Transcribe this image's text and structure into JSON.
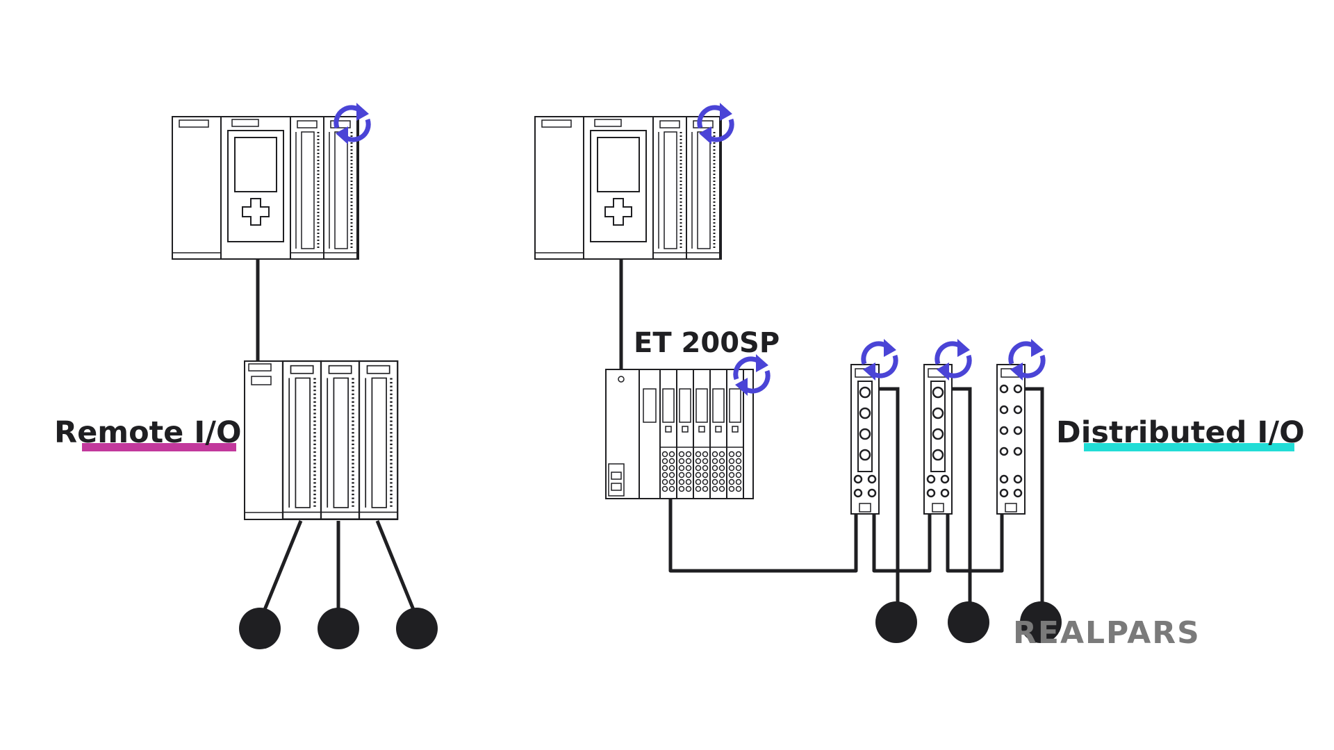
{
  "labels": {
    "remote_io": "Remote I/O",
    "et200sp": "ET 200SP",
    "distributed_io": "Distributed I/O"
  },
  "logo": {
    "text": "REALPARS"
  },
  "colors": {
    "line": "#1f1f22",
    "refresh_icon": "#4a44d6",
    "remote_underline": "#c2389c",
    "distributed_underline": "#22ddd6",
    "logo": "#7a7a7a"
  },
  "icons": [
    "refresh-icon",
    "io-device-icon"
  ]
}
